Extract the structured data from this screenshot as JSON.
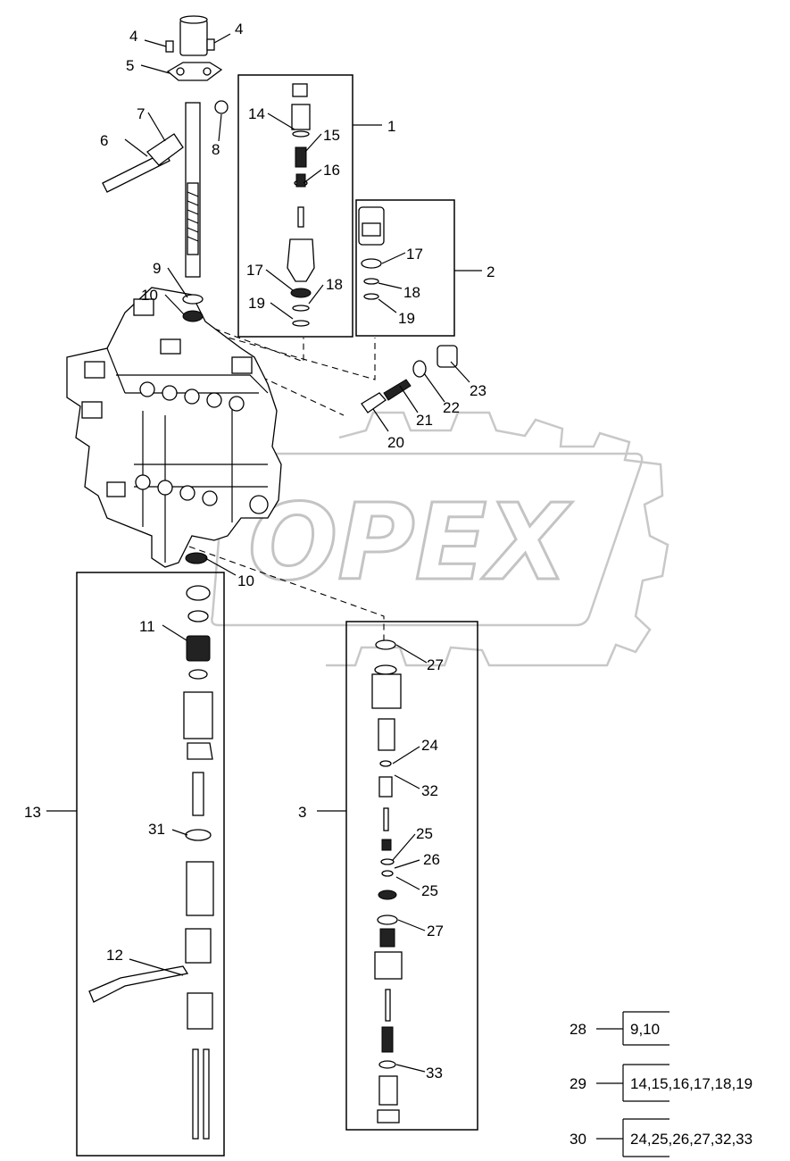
{
  "watermark": {
    "text": "OPEX"
  },
  "callouts": {
    "c1": "1",
    "c2": "2",
    "c3": "3",
    "c4a": "4",
    "c4b": "4",
    "c5": "5",
    "c6": "6",
    "c7": "7",
    "c8": "8",
    "c9": "9",
    "c10a": "10",
    "c10b": "10",
    "c11": "11",
    "c12": "12",
    "c13": "13",
    "c14": "14",
    "c15": "15",
    "c16": "16",
    "c17a": "17",
    "c17b": "17",
    "c18a": "18",
    "c18b": "18",
    "c19a": "19",
    "c19b": "19",
    "c20": "20",
    "c21": "21",
    "c22": "22",
    "c23": "23",
    "c24": "24",
    "c25a": "25",
    "c25b": "25",
    "c26": "26",
    "c27a": "27",
    "c27b": "27",
    "c31": "31",
    "c32": "32",
    "c33": "33"
  },
  "kits": [
    {
      "number": "28",
      "contents": "9,10"
    },
    {
      "number": "29",
      "contents": "14,15,16,17,18,19"
    },
    {
      "number": "30",
      "contents": "24,25,26,27,32,33"
    }
  ]
}
